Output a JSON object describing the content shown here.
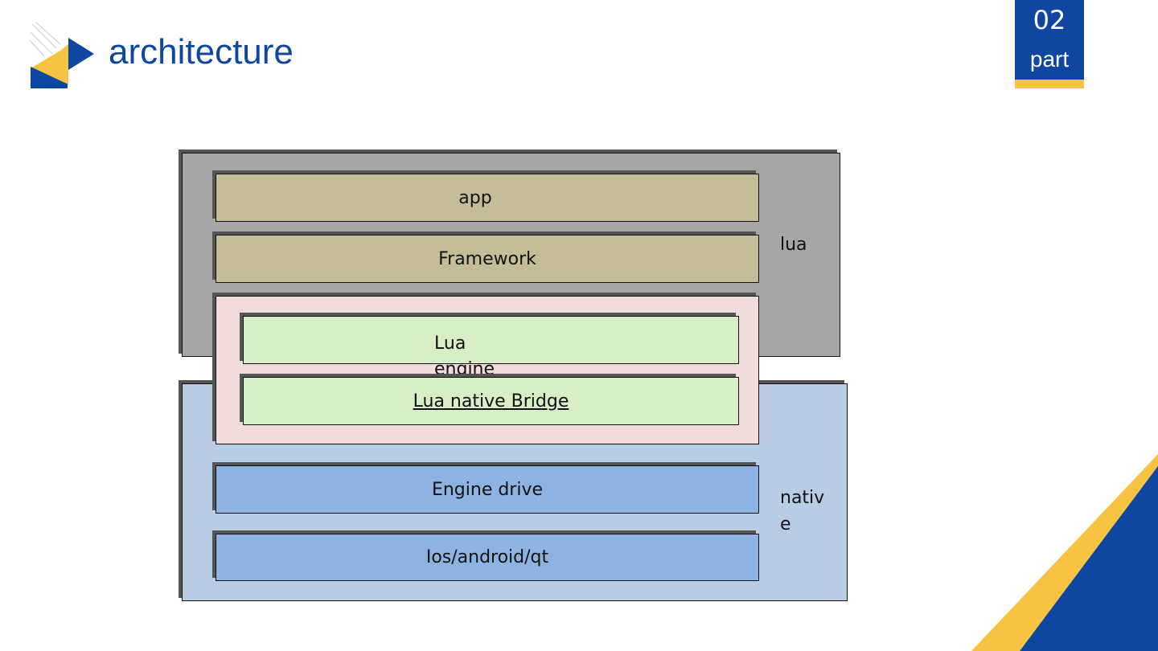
{
  "header": {
    "title": "architecture",
    "badge_number": "02",
    "badge_label": "part"
  },
  "diagram": {
    "groups": {
      "lua": "lua",
      "native": "nativ e"
    },
    "layers": {
      "app": "app",
      "framework": "Framework",
      "lua_engine": "Lua engine",
      "bridge": "Lua native Bridge",
      "engine_drive": "Engine drive",
      "platform": "Ios/android/qt"
    }
  },
  "colors": {
    "brand_blue": "#0f47a0",
    "brand_yellow": "#f8c342",
    "lua_bg": "#a6a6a6",
    "native_bg": "#b8cce4",
    "layer_tan": "#c4bd97",
    "layer_pink": "#f2dcdb",
    "layer_green": "#d8eec6",
    "layer_blue": "#8db3e2"
  }
}
